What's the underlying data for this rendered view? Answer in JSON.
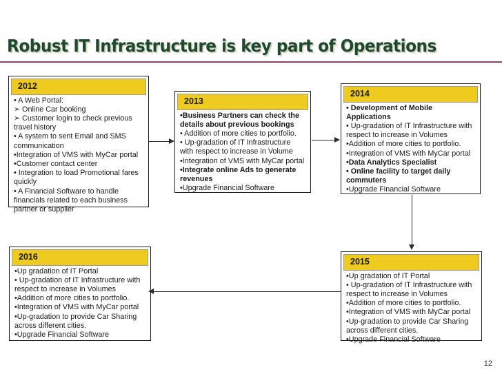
{
  "slide": {
    "title": "Robust IT Infrastructure is key part of Operations",
    "page_number": "12",
    "accent_color": "#efcb1f",
    "title_color": "#1d4a2e",
    "rule_color": "#9c3b5a"
  },
  "boxes": {
    "y2012": {
      "year": "2012",
      "items": [
        {
          "text": "• A Web Portal:",
          "bold": false
        },
        {
          "text": "➢ Online Car booking",
          "bold": false
        },
        {
          "text": "➢ Customer login to check previous travel history",
          "bold": false
        },
        {
          "text": "• A system to sent Email and SMS communication",
          "bold": false
        },
        {
          "text": "•Integration of VMS with MyCar portal",
          "bold": false
        },
        {
          "text": "•Customer contact center",
          "bold": false
        },
        {
          "text": "• Integration to load Promotional fares quickly",
          "bold": false
        },
        {
          "text": "• A Financial Software to handle financials related to each business partner or supplier",
          "bold": false
        }
      ]
    },
    "y2013": {
      "year": "2013",
      "items": [
        {
          "text": "•Business Partners can check the details about previous bookings",
          "bold": true
        },
        {
          "text": "• Addition of more cities to portfolio.",
          "bold": false
        },
        {
          "text": "• Up-gradation of  IT Infrastructure with respect to increase in Volume",
          "bold": false
        },
        {
          "text": "•Integration of VMS with MyCar portal",
          "bold": false
        },
        {
          "text": "•Integrate online Ads  to generate revenues",
          "bold": true
        },
        {
          "text": "•Upgrade Financial Software",
          "bold": false
        }
      ]
    },
    "y2014": {
      "year": "2014",
      "items": [
        {
          "text": "• Development of Mobile Applications",
          "bold": true
        },
        {
          "text": "• Up-gradation of  IT Infrastructure with respect to increase in Volumes",
          "bold": false
        },
        {
          "text": "•Addition of more cities to portfolio.",
          "bold": false
        },
        {
          "text": "•Integration of VMS with MyCar portal",
          "bold": false
        },
        {
          "text": "•Data Analytics Specialist",
          "bold": true
        },
        {
          "text": "• Online facility to target daily commuters",
          "bold": true
        },
        {
          "text": "•Upgrade Financial Software",
          "bold": false
        }
      ]
    },
    "y2015": {
      "year": "2015",
      "items": [
        {
          "text": "•Up gradation of IT Portal",
          "bold": false
        },
        {
          "text": "• Up-gradation of  IT Infrastructure with respect to increase in Volumes",
          "bold": false
        },
        {
          "text": "•Addition of more cities to portfolio.",
          "bold": false
        },
        {
          "text": "•Integration of VMS with MyCar portal",
          "bold": false
        },
        {
          "text": "•Up-gradation to provide Car Sharing across different cities.",
          "bold": false
        },
        {
          "text": "•Upgrade Financial Software",
          "bold": false
        }
      ]
    },
    "y2016": {
      "year": "2016",
      "items": [
        {
          "text": "•Up gradation of IT Portal",
          "bold": false
        },
        {
          "text": "• Up-gradation of  IT Infrastructure with respect to increase in Volumes",
          "bold": false
        },
        {
          "text": "•Addition of more cities to portfolio.",
          "bold": false
        },
        {
          "text": "•Integration of VMS with MyCar portal",
          "bold": false
        },
        {
          "text": "•Up-gradation to provide Car Sharing across different cities.",
          "bold": false
        },
        {
          "text": "•Upgrade Financial Software",
          "bold": false
        }
      ]
    }
  },
  "connectors": [
    {
      "name": "arrow-2012-2013",
      "direction": "right"
    },
    {
      "name": "arrow-2013-2014",
      "direction": "right"
    },
    {
      "name": "arrow-2014-2015",
      "direction": "down"
    },
    {
      "name": "arrow-2015-2016",
      "direction": "left"
    }
  ]
}
